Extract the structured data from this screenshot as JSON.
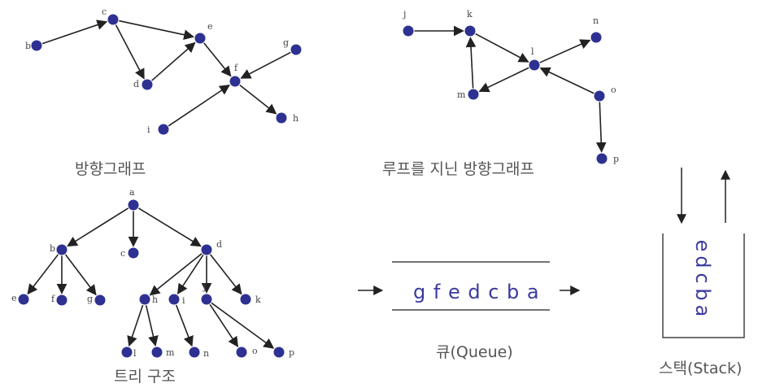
{
  "colors": {
    "node": "#2e3192",
    "edge": "#222222",
    "text": "#555555",
    "content": "#3a3aa0"
  },
  "directed_graph": {
    "caption": "방향그래프",
    "nodes": [
      {
        "id": "b",
        "label": "b"
      },
      {
        "id": "c",
        "label": "c"
      },
      {
        "id": "d",
        "label": "d"
      },
      {
        "id": "e",
        "label": "e"
      },
      {
        "id": "f",
        "label": "f"
      },
      {
        "id": "g",
        "label": "g"
      },
      {
        "id": "h",
        "label": "h"
      },
      {
        "id": "i",
        "label": "i"
      }
    ],
    "edges": [
      {
        "from": "b",
        "to": "c"
      },
      {
        "from": "c",
        "to": "e"
      },
      {
        "from": "c",
        "to": "d"
      },
      {
        "from": "d",
        "to": "e"
      },
      {
        "from": "e",
        "to": "f"
      },
      {
        "from": "g",
        "to": "f"
      },
      {
        "from": "i",
        "to": "f"
      },
      {
        "from": "f",
        "to": "h"
      }
    ]
  },
  "loop_graph": {
    "caption": "루프를 지닌 방향그래프",
    "nodes": [
      {
        "id": "j",
        "label": "j"
      },
      {
        "id": "k",
        "label": "k"
      },
      {
        "id": "l",
        "label": "l"
      },
      {
        "id": "m",
        "label": "m"
      },
      {
        "id": "n",
        "label": "n"
      },
      {
        "id": "o",
        "label": "o"
      },
      {
        "id": "p",
        "label": "p"
      }
    ],
    "edges": [
      {
        "from": "j",
        "to": "k"
      },
      {
        "from": "k",
        "to": "l"
      },
      {
        "from": "l",
        "to": "n"
      },
      {
        "from": "l",
        "to": "m"
      },
      {
        "from": "m",
        "to": "k"
      },
      {
        "from": "o",
        "to": "l"
      },
      {
        "from": "o",
        "to": "p"
      }
    ]
  },
  "tree": {
    "caption": "트리 구조",
    "nodes": [
      {
        "id": "a",
        "label": "a"
      },
      {
        "id": "b",
        "label": "b"
      },
      {
        "id": "c",
        "label": "c"
      },
      {
        "id": "d",
        "label": "d"
      },
      {
        "id": "e",
        "label": "e"
      },
      {
        "id": "f",
        "label": "f"
      },
      {
        "id": "g",
        "label": "g"
      },
      {
        "id": "h",
        "label": "h"
      },
      {
        "id": "i",
        "label": "i"
      },
      {
        "id": "j",
        "label": "j"
      },
      {
        "id": "k",
        "label": "k"
      },
      {
        "id": "l",
        "label": "l"
      },
      {
        "id": "m",
        "label": "m"
      },
      {
        "id": "n",
        "label": "n"
      },
      {
        "id": "o",
        "label": "o"
      },
      {
        "id": "p",
        "label": "p"
      }
    ],
    "edges": [
      {
        "from": "a",
        "to": "b"
      },
      {
        "from": "a",
        "to": "c"
      },
      {
        "from": "a",
        "to": "d"
      },
      {
        "from": "b",
        "to": "e"
      },
      {
        "from": "b",
        "to": "f"
      },
      {
        "from": "b",
        "to": "g"
      },
      {
        "from": "d",
        "to": "h"
      },
      {
        "from": "d",
        "to": "i"
      },
      {
        "from": "d",
        "to": "j"
      },
      {
        "from": "d",
        "to": "k"
      },
      {
        "from": "h",
        "to": "l"
      },
      {
        "from": "h",
        "to": "m"
      },
      {
        "from": "i",
        "to": "n"
      },
      {
        "from": "j",
        "to": "o"
      },
      {
        "from": "j",
        "to": "p"
      }
    ]
  },
  "queue": {
    "caption": "큐(Queue)",
    "content": "g f e d c b a"
  },
  "stack": {
    "caption": "스택(Stack)",
    "items": [
      "e",
      "d",
      "c",
      "b",
      "a"
    ]
  }
}
